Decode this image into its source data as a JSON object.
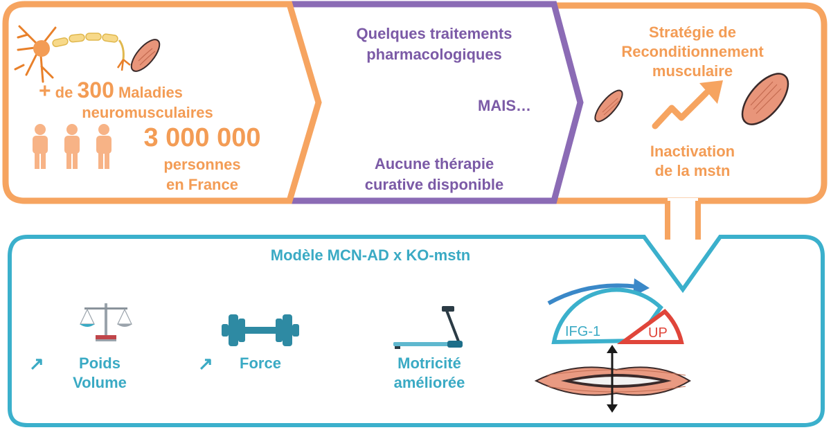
{
  "panel1": {
    "plus": "+",
    "de": "de",
    "number": "300",
    "maladies": "Maladies",
    "line2": "neuromusculaires",
    "count": "3 000 000",
    "line4": "personnes",
    "line5": "en France"
  },
  "panel2": {
    "line1": "Quelques traitements",
    "line2": "pharmacologiques",
    "mais": "MAIS…",
    "line3": "Aucune thérapie",
    "line4": "curative disponible"
  },
  "panel3": {
    "line1": "Stratégie de",
    "line2": "Reconditionnement",
    "line3": "musculaire",
    "line4": "Inactivation",
    "line5": "de la mstn"
  },
  "bottom": {
    "title": "Modèle MCN-AD x KO-mstn",
    "poids": "Poids",
    "volume": "Volume",
    "force": "Force",
    "motricite": "Motricité",
    "amelioree": "améliorée",
    "igf": "IFG-1",
    "up": "UP"
  },
  "colors": {
    "orange": "#f39c55",
    "purple": "#8b6bb5",
    "teal": "#3aaac4",
    "red": "#e0453a"
  }
}
